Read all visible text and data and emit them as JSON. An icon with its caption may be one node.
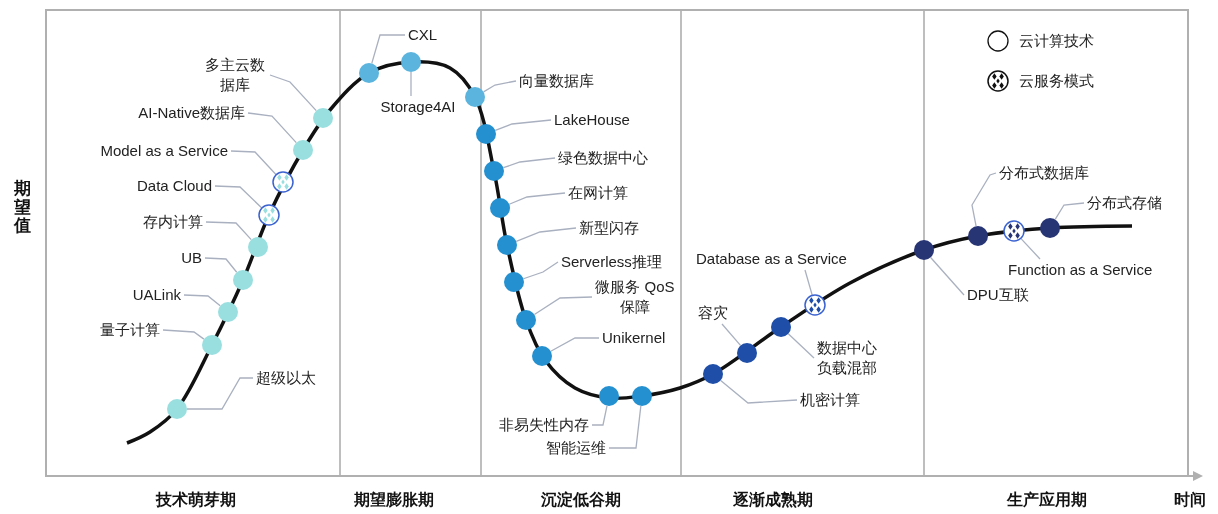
{
  "diagram": {
    "nodes": [
      {
        "text": [
          "超级以太"
        ]
      },
      {
        "text": [],
        "shape": "circle"
      },
      {
        "text": [
          "量子计算"
        ]
      },
      {
        "text": [],
        "shape": "circle"
      },
      {
        "text": [
          "UALink"
        ]
      },
      {
        "text": [],
        "shape": "circle"
      },
      {
        "text": [
          "UB"
        ]
      },
      {
        "text": [],
        "shape": "circle"
      },
      {
        "text": [
          "存内计算"
        ]
      },
      {
        "text": [],
        "shape": "circle"
      },
      {
        "text": [
          "Data Cloud"
        ]
      },
      {
        "text": [],
        "shape": "circle"
      },
      {
        "text": [
          "Model as a Service"
        ]
      },
      {
        "text": [],
        "shape": "circle"
      },
      {
        "text": [
          "AI-Native数据库"
        ]
      },
      {
        "text": [],
        "shape": "circle"
      },
      {
        "text": [
          "多主云数据库"
        ]
      },
      {
        "text": [],
        "shape": "circle"
      },
      {
        "text": [
          "CXL"
        ]
      },
      {
        "text": [],
        "shape": "circle"
      },
      {
        "text": [
          "Storage4AI"
        ]
      },
      {
        "text": [],
        "shape": "circle"
      },
      {
        "text": [
          "向量数据库"
        ]
      },
      {
        "text": [],
        "shape": "circle"
      },
      {
        "text": [
          "LakeHouse"
        ]
      },
      {
        "text": [],
        "shape": "circle"
      },
      {
        "text": [
          "绿色数据中心"
        ]
      },
      {
        "text": [],
        "shape": "circle"
      },
      {
        "text": [
          "在网计算"
        ]
      },
      {
        "text": [],
        "shape": "circle"
      },
      {
        "text": [
          "新型闪存"
        ]
      },
      {
        "text": [],
        "shape": "circle"
      },
      {
        "text": [
          "Serverless推理"
        ]
      },
      {
        "text": [],
        "shape": "circle"
      },
      {
        "text": [
          "微服务 QoS保障"
        ]
      },
      {
        "text": [],
        "shape": "circle"
      },
      {
        "text": [
          "Unikernel"
        ]
      },
      {
        "text": [],
        "shape": "circle"
      },
      {
        "text": [
          "非易失性内存"
        ]
      },
      {
        "text": [],
        "shape": "circle"
      },
      {
        "text": [
          "智能运维"
        ]
      },
      {
        "text": [],
        "shape": "circle"
      },
      {
        "text": [
          "机密计算"
        ]
      },
      {
        "text": [],
        "shape": "circle"
      },
      {
        "text": [
          "容灾"
        ]
      },
      {
        "text": [],
        "shape": "circle"
      },
      {
        "text": [
          "数据中心负载混部"
        ]
      },
      {
        "text": [],
        "shape": "circle"
      },
      {
        "text": [
          "Database as a Service"
        ]
      },
      {
        "text": [],
        "shape": "circle"
      },
      {
        "text": [
          "DPU互联"
        ]
      },
      {
        "text": [],
        "shape": "circle"
      },
      {
        "text": [
          "分布式数据库"
        ]
      },
      {
        "text": [],
        "shape": "circle"
      },
      {
        "text": [
          "Function as a Service"
        ]
      },
      {
        "text": [],
        "shape": "circle"
      },
      {
        "text": [
          "分布式存储"
        ]
      },
      {
        "text": [],
        "shape": "circle"
      }
    ],
    "edges": [
      {
        "from": 0,
        "to": 1,
        "arrow": "none"
      },
      {
        "from": 2,
        "to": 3,
        "arrow": "none"
      },
      {
        "from": 4,
        "to": 5,
        "arrow": "none"
      },
      {
        "from": 6,
        "to": 7,
        "arrow": "none"
      },
      {
        "from": 8,
        "to": 9,
        "arrow": "none"
      },
      {
        "from": 10,
        "to": 11,
        "arrow": "none"
      },
      {
        "from": 12,
        "to": 13,
        "arrow": "none"
      },
      {
        "from": 14,
        "to": 15,
        "arrow": "none"
      },
      {
        "from": 16,
        "to": 17,
        "arrow": "none"
      },
      {
        "from": 18,
        "to": 19,
        "arrow": "none"
      },
      {
        "from": 20,
        "to": 21,
        "arrow": "none"
      },
      {
        "from": 22,
        "to": 23,
        "arrow": "none"
      },
      {
        "from": 24,
        "to": 25,
        "arrow": "none"
      },
      {
        "from": 26,
        "to": 27,
        "arrow": "none"
      },
      {
        "from": 28,
        "to": 29,
        "arrow": "none"
      },
      {
        "from": 30,
        "to": 31,
        "arrow": "none"
      },
      {
        "from": 32,
        "to": 33,
        "arrow": "none"
      },
      {
        "from": 34,
        "to": 35,
        "arrow": "none"
      },
      {
        "from": 36,
        "to": 37,
        "arrow": "none"
      },
      {
        "from": 38,
        "to": 39,
        "arrow": "none"
      },
      {
        "from": 40,
        "to": 41,
        "arrow": "none"
      },
      {
        "from": 42,
        "to": 43,
        "arrow": "none"
      },
      {
        "from": 44,
        "to": 45,
        "arrow": "none"
      },
      {
        "from": 46,
        "to": 47,
        "arrow": "none"
      },
      {
        "from": 48,
        "to": 49,
        "arrow": "none"
      },
      {
        "from": 50,
        "to": 51,
        "arrow": "none"
      },
      {
        "from": 52,
        "to": 53,
        "arrow": "none"
      },
      {
        "from": 54,
        "to": 55,
        "arrow": "none"
      },
      {
        "from": 56,
        "to": 57,
        "arrow": "none"
      }
    ],
    "labels": [
      "期望值",
      "技术萌芽期",
      "期望膨胀期",
      "沉淀低谷期",
      "逐渐成熟期",
      "生产应用期",
      "时间"
    ],
    "legend": [
      {
        "text": "云计算技术"
      },
      {
        "text": "云服务模式"
      }
    ]
  }
}
